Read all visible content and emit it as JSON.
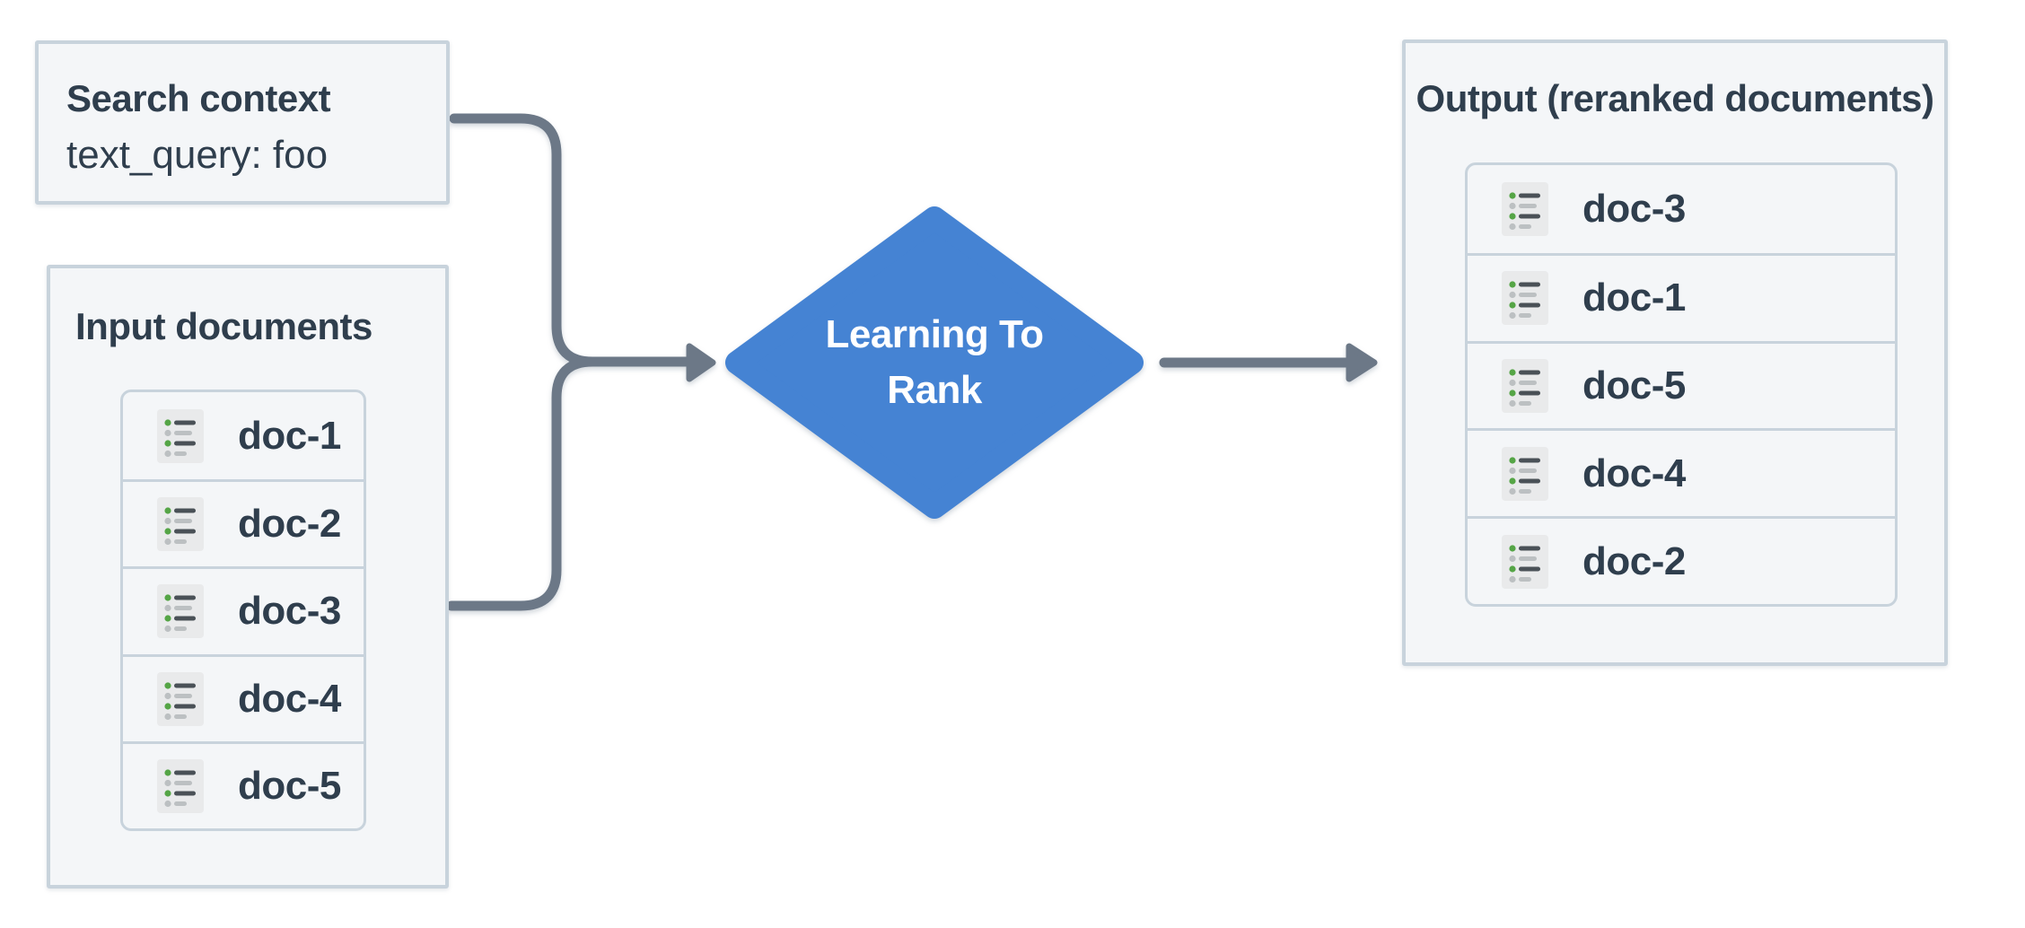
{
  "colors": {
    "box_bg": "#f4f6f8",
    "box_border": "#c8d3dc",
    "text_dark": "#2f3e4d",
    "arrow_gray": "#6c7887",
    "diamond_blue": "#4583d3",
    "icon_bg": "#e9eaeb",
    "icon_green": "#55a546",
    "icon_dark": "#4a5157",
    "icon_gray": "#bcc0c2"
  },
  "search_context": {
    "title": "Search context",
    "query": "text_query: foo"
  },
  "input_documents": {
    "title": "Input documents",
    "doc_icon": "doc-list-icon",
    "docs": [
      "doc-1",
      "doc-2",
      "doc-3",
      "doc-4",
      "doc-5"
    ]
  },
  "ranker": {
    "label_line1": "Learning To",
    "label_line2": "Rank"
  },
  "output_documents": {
    "title": "Output (reranked documents)",
    "doc_icon": "doc-list-icon",
    "docs": [
      "doc-3",
      "doc-1",
      "doc-5",
      "doc-4",
      "doc-2"
    ]
  }
}
